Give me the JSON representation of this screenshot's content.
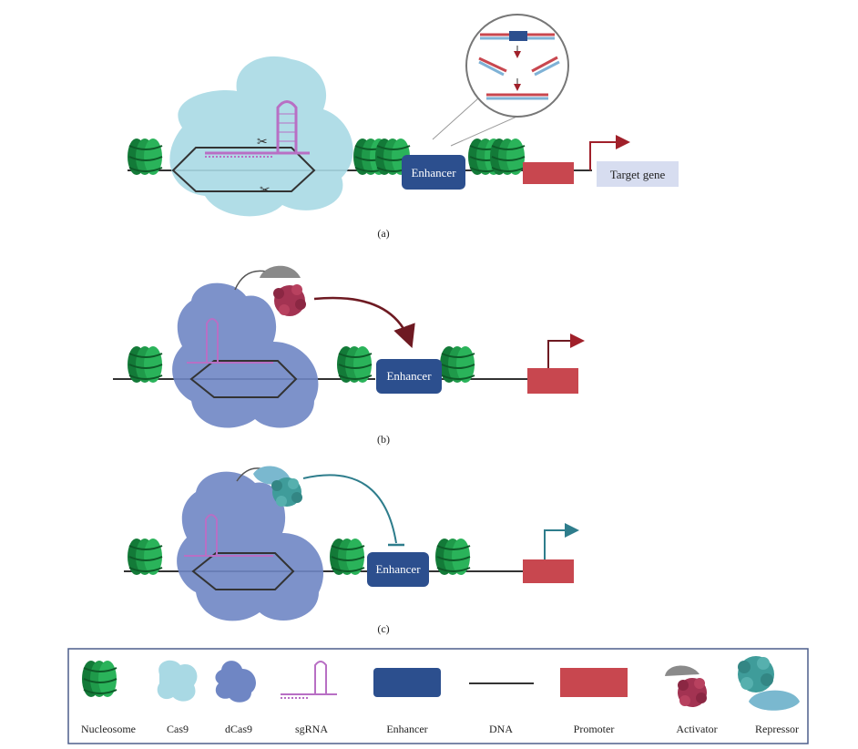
{
  "panels": {
    "a": {
      "caption": "(a)",
      "enhancer_label": "Enhancer",
      "target_gene_label": "Target gene"
    },
    "b": {
      "caption": "(b)",
      "enhancer_label": "Enhancer"
    },
    "c": {
      "caption": "(c)",
      "enhancer_label": "Enhancer"
    }
  },
  "legend": {
    "items": [
      {
        "key": "nucleosome",
        "label": "Nucleosome",
        "icon": "nucleosome-icon"
      },
      {
        "key": "cas9",
        "label": "Cas9",
        "icon": "cas9-icon"
      },
      {
        "key": "dcas9",
        "label": "dCas9",
        "icon": "dcas9-icon"
      },
      {
        "key": "sgrna",
        "label": "sgRNA",
        "icon": "sgrna-icon"
      },
      {
        "key": "enhancer",
        "label": "Enhancer",
        "icon": "enhancer-icon"
      },
      {
        "key": "dna",
        "label": "DNA",
        "icon": "dna-icon"
      },
      {
        "key": "promoter",
        "label": "Promoter",
        "icon": "promoter-icon"
      },
      {
        "key": "activator",
        "label": "Activator",
        "icon": "activator-icon"
      },
      {
        "key": "repressor",
        "label": "Repressor",
        "icon": "repressor-icon"
      }
    ]
  },
  "colors": {
    "nucleosome": "#1f9a4a",
    "cas9": "#a9d9e4",
    "dcas9": "#6f86c4",
    "sgrna": "#b86fc4",
    "enhancer": "#2c4f8e",
    "promoter": "#c8474f",
    "activator": "#a33352",
    "repressor": "#3f9c9a",
    "gray": "#888888",
    "target_box": "#d7ddf0"
  }
}
